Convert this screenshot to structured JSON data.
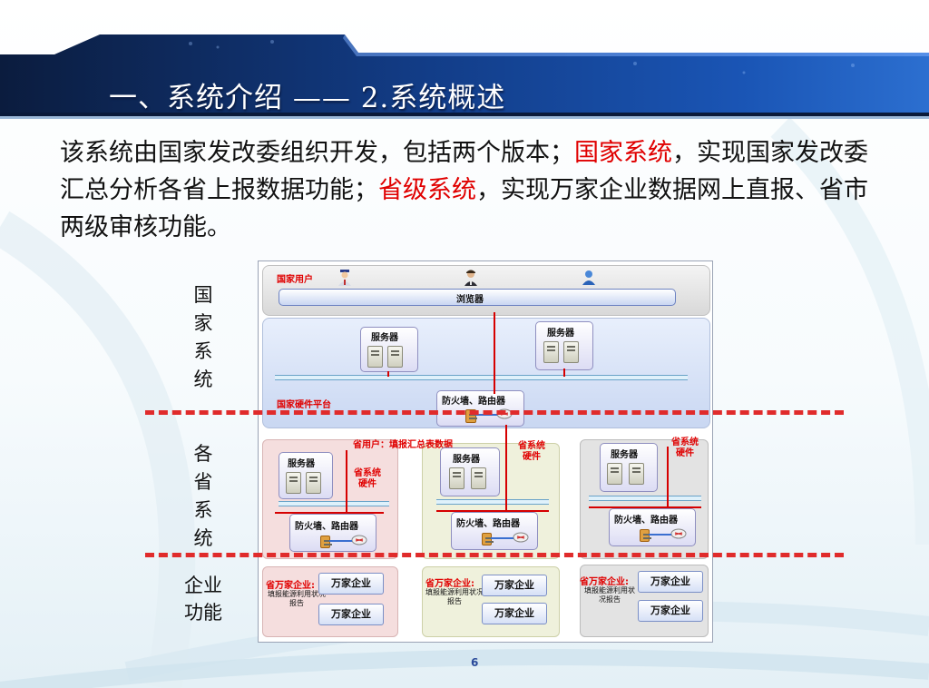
{
  "slide": {
    "title": "一、系统介绍 —— 2.系统概述",
    "intro": {
      "part1": "该系统由国家发改委组织开发，包括两个版本；",
      "red1": "国家系统",
      "part2": "，实现国家发改委汇总分析各省上报数据功能；",
      "red2": "省级系统",
      "part3": "，实现万家企业数据网上直报、省市两级审核功能。"
    },
    "page_number": "6"
  },
  "side_labels": {
    "national": "国家系统",
    "provincial": "各省系统",
    "enterprise": "企业功能"
  },
  "diagram": {
    "national_user": "国家用户",
    "browser": "浏览器",
    "server": "服务器",
    "national_hw_platform": "国家硬件平台",
    "firewall_router": "防火墙、路由器",
    "province_user": "省用户：填报汇总表数据",
    "province_hw": "省系统硬件",
    "enterprise_org": "省万家企业:",
    "enterprise_report": "填报能源利用状况报告",
    "enterprise": "万家企业"
  }
}
